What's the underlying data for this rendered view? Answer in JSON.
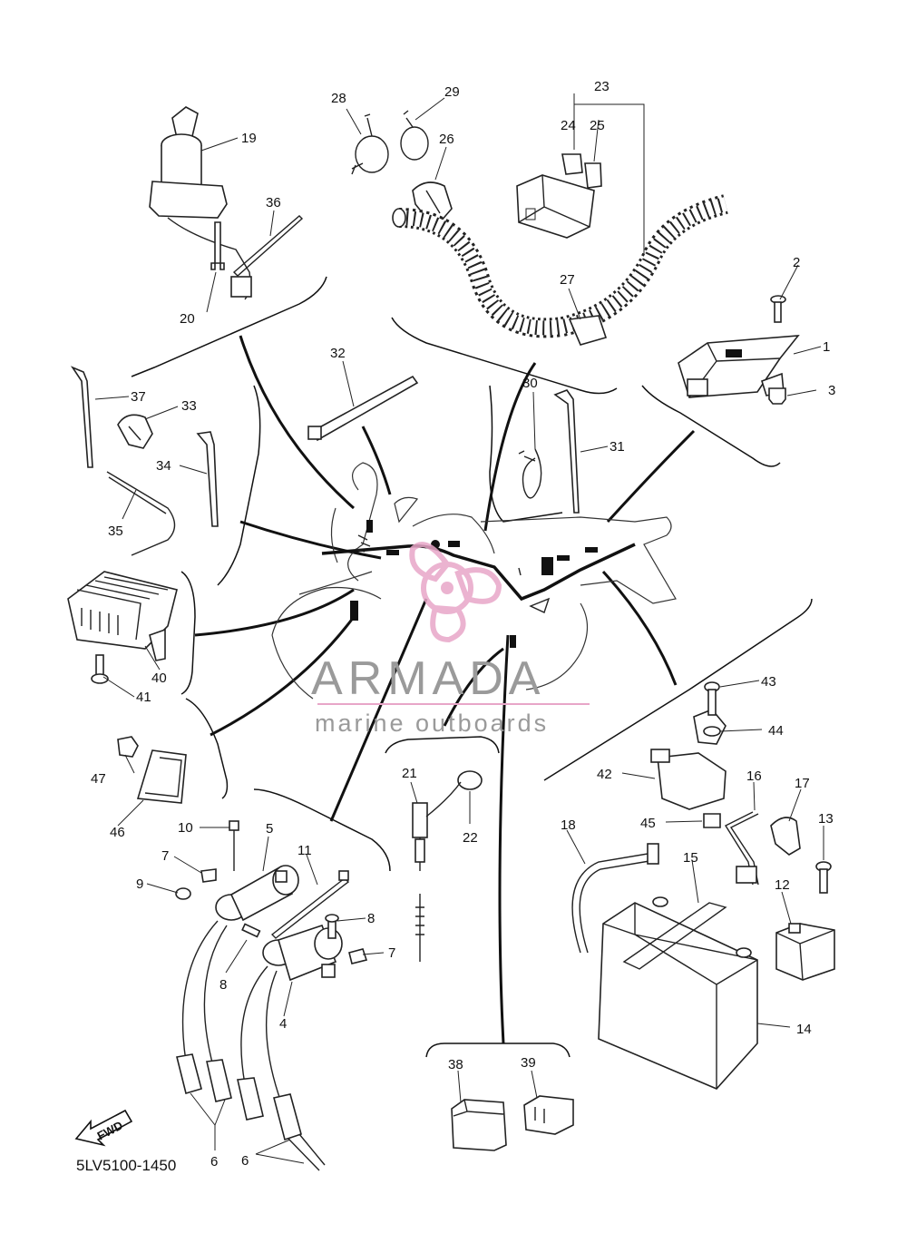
{
  "diagram": {
    "diagram_code": "5LV5100-1450",
    "fwd_marker": "FWD",
    "watermark": {
      "brand": "ARMADA",
      "tagline": "marine outboards",
      "logo_color": "#e8a6c8",
      "text_color": "#9a9a9a"
    },
    "callouts": {
      "c1": "1",
      "c2": "2",
      "c3": "3",
      "c4": "4",
      "c5": "5",
      "c6a": "6",
      "c6b": "6",
      "c7a": "7",
      "c7b": "7",
      "c8a": "8",
      "c8b": "8",
      "c9": "9",
      "c10": "10",
      "c11": "11",
      "c12": "12",
      "c13": "13",
      "c14": "14",
      "c15": "15",
      "c16": "16",
      "c17": "17",
      "c18": "18",
      "c19": "19",
      "c20": "20",
      "c21": "21",
      "c22": "22",
      "c23": "23",
      "c24": "24",
      "c25": "25",
      "c26": "26",
      "c27": "27",
      "c28": "28",
      "c29": "29",
      "c30": "30",
      "c31": "31",
      "c32": "32",
      "c33": "33",
      "c34": "34",
      "c35": "35",
      "c36": "36",
      "c37": "37",
      "c38": "38",
      "c39": "39",
      "c40": "40",
      "c41": "41",
      "c42": "42",
      "c43": "43",
      "c44": "44",
      "c45": "45",
      "c46": "46",
      "c47": "47"
    }
  }
}
